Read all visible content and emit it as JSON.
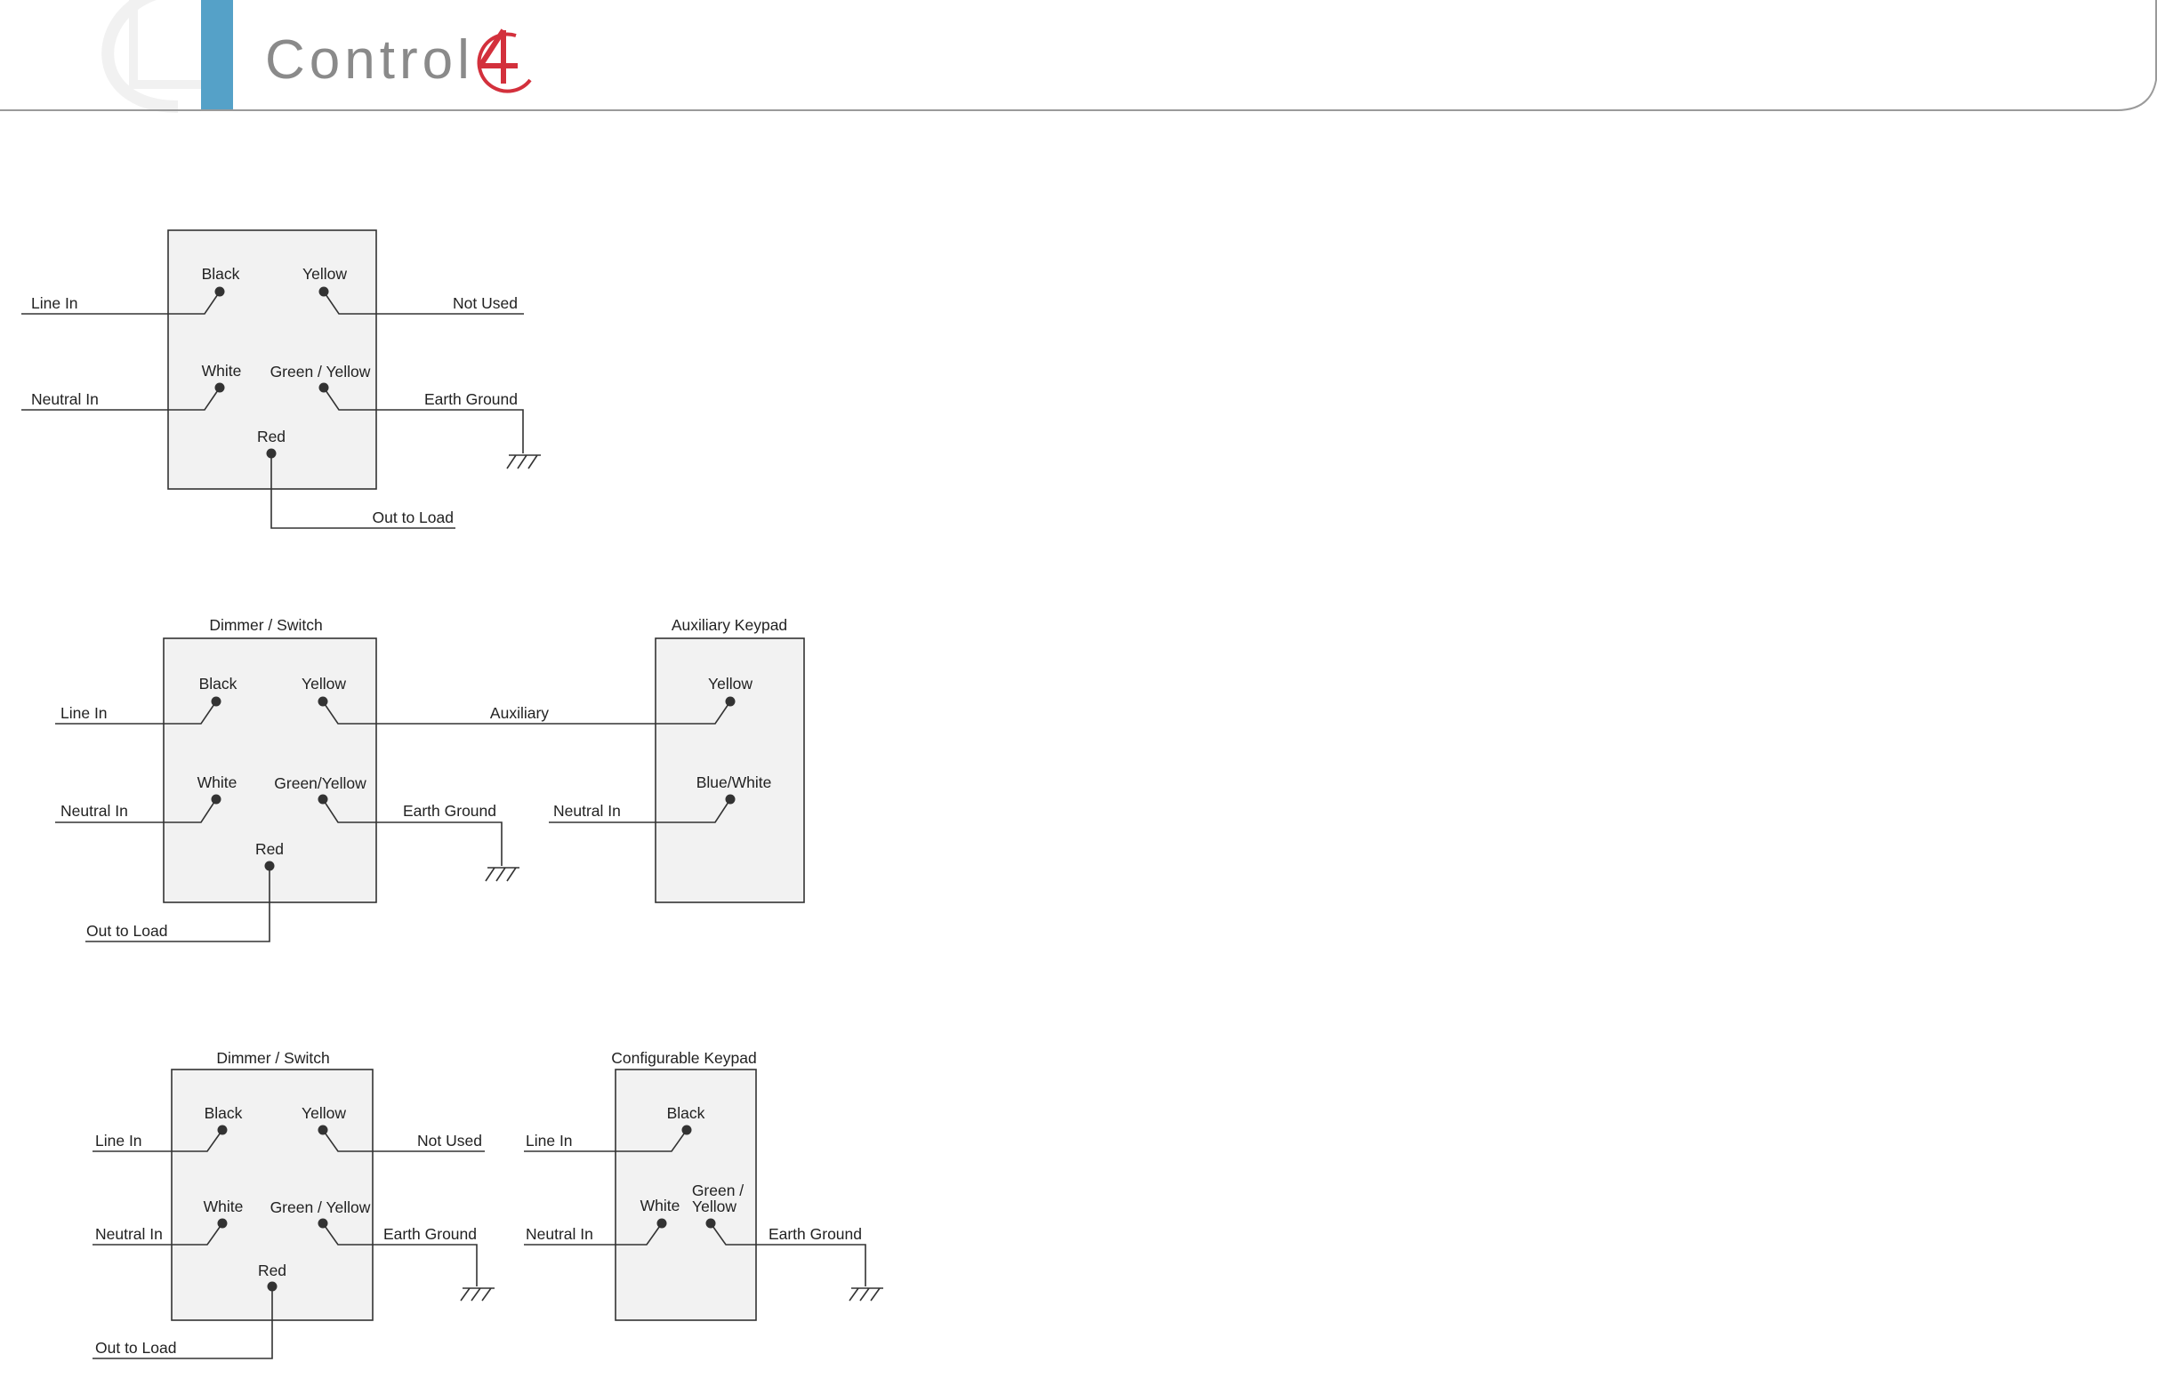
{
  "brand": {
    "name": "Control",
    "accent_color": "#d3303c",
    "tab_color": "#55a1c8"
  },
  "diagram1": {
    "labels": {
      "black": "Black",
      "yellow": "Yellow",
      "line_in": "Line In",
      "not_used": "Not Used",
      "white": "White",
      "green_yellow": "Green / Yellow",
      "neutral_in": "Neutral In",
      "earth_ground": "Earth Ground",
      "red": "Red",
      "out_to_load": "Out to Load"
    }
  },
  "diagram2": {
    "dimmer_title": "Dimmer / Switch",
    "keypad_title": "Auxiliary Keypad",
    "labels": {
      "black": "Black",
      "yellow": "Yellow",
      "line_in": "Line In",
      "auxiliary": "Auxiliary",
      "white": "White",
      "green_yellow": "Green/Yellow",
      "neutral_in": "Neutral In",
      "earth_ground": "Earth Ground",
      "red": "Red",
      "out_to_load": "Out to Load",
      "kp_yellow": "Yellow",
      "kp_blue_white": "Blue/White",
      "kp_neutral_in": "Neutral In"
    }
  },
  "diagram3": {
    "dimmer_title": "Dimmer / Switch",
    "keypad_title": "Configurable Keypad",
    "labels": {
      "black": "Black",
      "yellow": "Yellow",
      "line_in": "Line In",
      "not_used": "Not Used",
      "white": "White",
      "green_yellow": "Green / Yellow",
      "neutral_in": "Neutral In",
      "earth_ground": "Earth Ground",
      "red": "Red",
      "out_to_load": "Out to Load",
      "kp_black": "Black",
      "kp_line_in": "Line In",
      "kp_white": "White",
      "kp_green": "Green /",
      "kp_yellow": "Yellow",
      "kp_neutral_in": "Neutral In",
      "kp_earth_ground": "Earth Ground"
    }
  }
}
